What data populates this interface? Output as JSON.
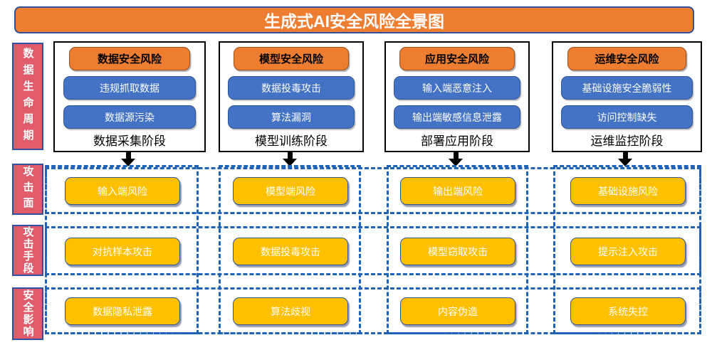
{
  "title": "生成式AI安全风险全景图",
  "left_labels": {
    "lifecycle": "数据生命周期"
  },
  "columns": [
    {
      "header": "数据安全风险",
      "risks": [
        "违规抓取数据",
        "数据源污染"
      ],
      "stage": "数据采集阶段"
    },
    {
      "header": "模型安全风险",
      "risks": [
        "数据投毒攻击",
        "算法漏洞"
      ],
      "stage": "模型训练阶段"
    },
    {
      "header": "应用安全风险",
      "risks": [
        "输入端恶意注入",
        "输出端敏感信息泄露"
      ],
      "stage": "部署应用阶段"
    },
    {
      "header": "运维安全风险",
      "risks": [
        "基础设施安全脆弱性",
        "访问控制缺失"
      ],
      "stage": "运维监控阶段"
    }
  ],
  "rows": [
    {
      "label": "攻击面",
      "items": [
        "输入端风险",
        "模型端风险",
        "输出端风险",
        "基础设施风险"
      ]
    },
    {
      "label": "攻击手段",
      "items": [
        "对抗样本攻击",
        "数据投毒攻击",
        "模型窃取攻击",
        "提示注入攻击"
      ]
    },
    {
      "label": "安全影响",
      "items": [
        "数据隐私泄露",
        "算法歧视",
        "内容伪造",
        "系统失控"
      ]
    }
  ],
  "colors": {
    "orange": "#ED7D31",
    "blue_fill": "#4472C4",
    "yellow": "#FFC000",
    "red_label": "#E15C6B",
    "border_blue": "#2F5597",
    "dashed_blue": "#1F63B8",
    "arrow_black": "#000000"
  }
}
